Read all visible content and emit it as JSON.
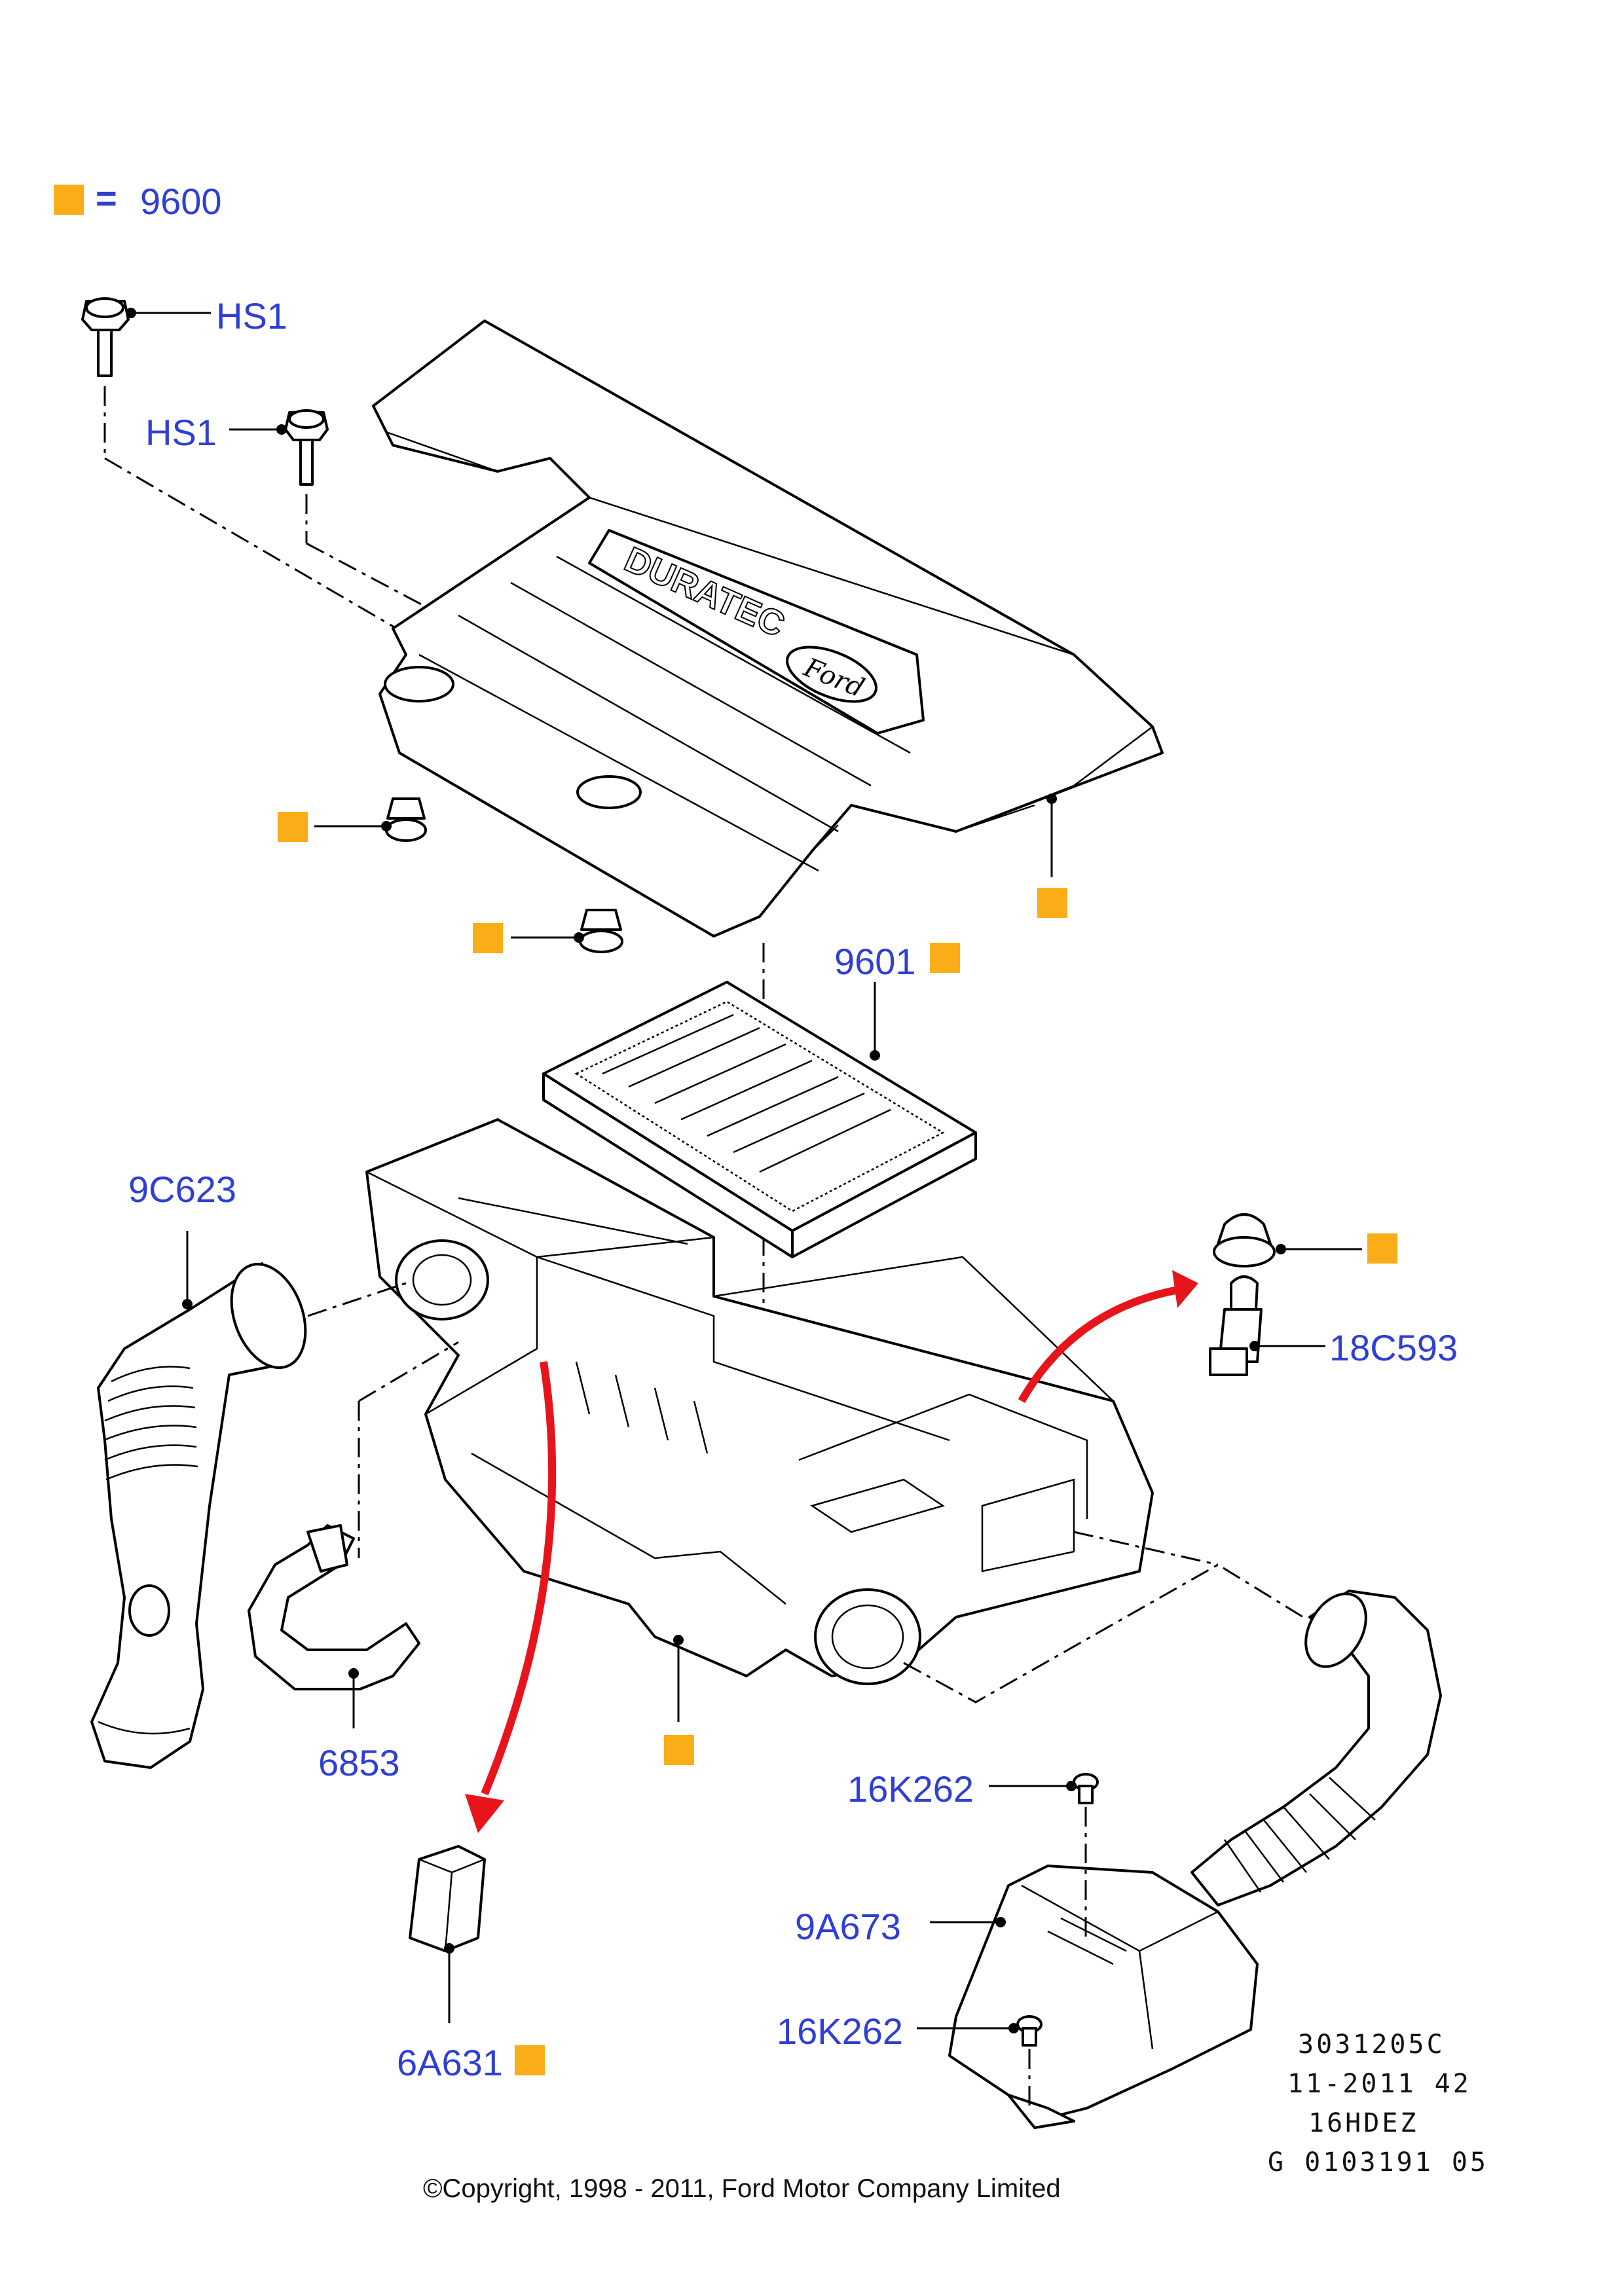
{
  "legend": {
    "symbol": "=",
    "part": "9600"
  },
  "labels": {
    "hs1_top": "HS1",
    "hs1_second": "HS1",
    "filter": "9601",
    "duct_left": "9C623",
    "sensor": "18C593",
    "hose": "6853",
    "duct_bottom": "6A631",
    "screw_top": "16K262",
    "resonator": "9A673",
    "screw_bottom": "16K262"
  },
  "cover_text": {
    "brand": "DURATEC",
    "logo": "Ford"
  },
  "reference": {
    "line1": "3031205C",
    "line2": "11-2011 42",
    "line3": "16HDEZ",
    "line4": "G 0103191 05"
  },
  "copyright": "©Copyright, 1998 - 2011, Ford Motor Company Limited",
  "colors": {
    "marker": "#fbad18",
    "label": "#2f3fd4",
    "arrow": "#e8141c"
  }
}
